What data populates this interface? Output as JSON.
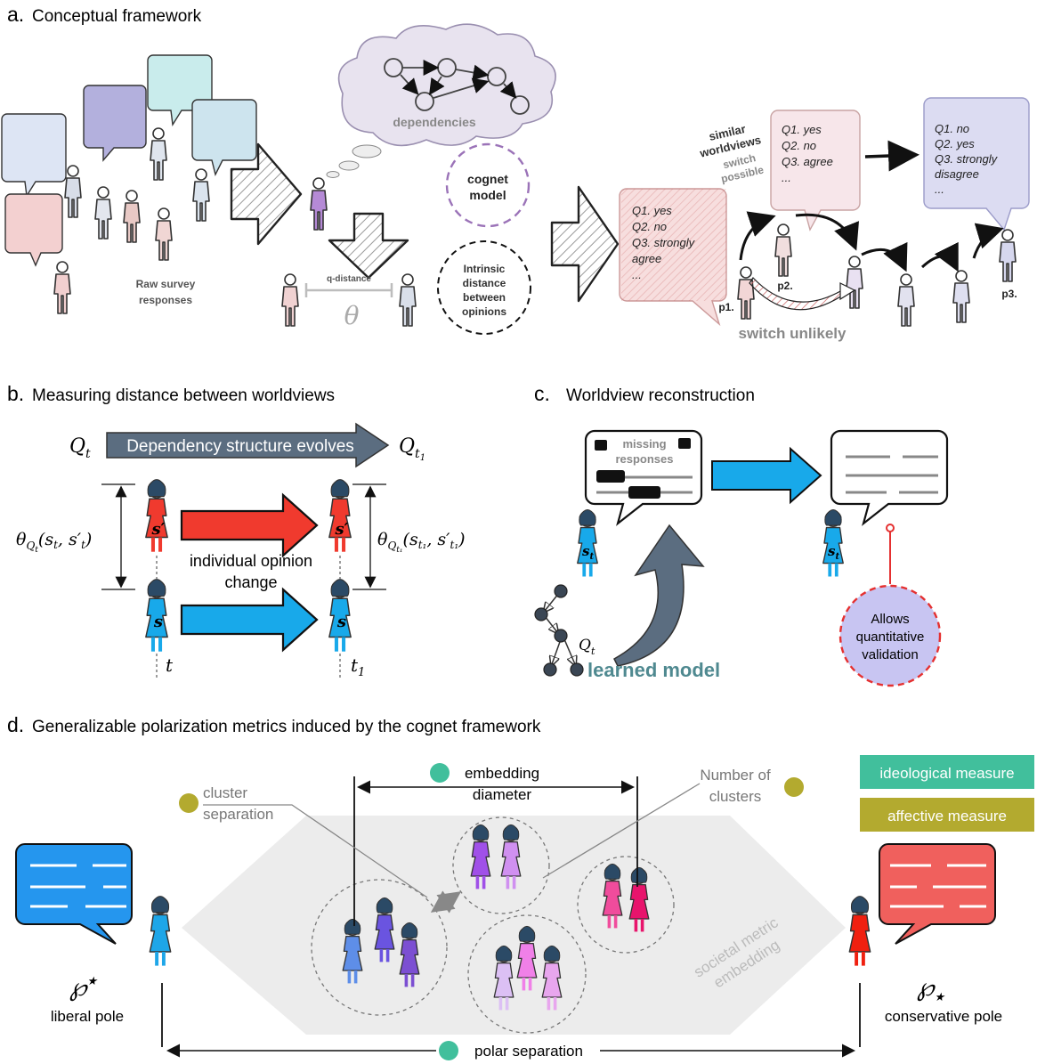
{
  "colors": {
    "red": "#f03a2e",
    "blue": "#18a9ea",
    "slate": "#5b6d80",
    "teal": "#41bf9c",
    "olive": "#b3aa2f",
    "lavender": "#c8c5f2",
    "polarBlue": "#2596ee",
    "polarRed": "#f0605d"
  },
  "panelA": {
    "title_letter": "a.",
    "title": "Conceptual framework",
    "raw_survey": "Raw survey",
    "responses": "responses",
    "dependencies": "dependencies",
    "q_distance": "q-distance",
    "theta": "θ",
    "cognet_l1": "cognet",
    "cognet_l2": "model",
    "intrinsic_l1": "Intrinsic",
    "intrinsic_l2": "distance",
    "intrinsic_l3": "between",
    "intrinsic_l4": "opinions",
    "bubble1": [
      "Q1. yes",
      "Q2. no",
      "Q3. strongly",
      "agree",
      "..."
    ],
    "bubble2": [
      "Q1. yes",
      "Q2. no",
      "Q3. agree",
      "..."
    ],
    "bubble3": [
      "Q1. no",
      "Q2. yes",
      "Q3. strongly",
      "disagree",
      "..."
    ],
    "similar_l1": "similar",
    "similar_l2": "worldviews",
    "switch_l1": "switch",
    "switch_l2": "possible",
    "p1": "p1.",
    "p2": "p2.",
    "p3": "p3.",
    "switch_unlikely": "switch unlikely"
  },
  "panelB": {
    "title_letter": "b.",
    "title": "Measuring distance between worldviews",
    "q_t": "Q",
    "q_t_sub": "t",
    "q_t1_sub": "t",
    "q_t1_subsub": "1",
    "banner": "Dependency structure evolves",
    "theta_left": "θ",
    "theta_left_args": "(s",
    "individual_l1": "individual opinion",
    "individual_l2": "change",
    "s_prime": "s′",
    "s": "s",
    "t": "t",
    "t1": "t"
  },
  "panelC": {
    "title_letter": "c.",
    "title": "Worldview reconstruction",
    "missing_l1": "missing",
    "missing_l2": "responses",
    "s_t": "s",
    "q_t": "Q",
    "learned_model": "learned model",
    "allows_l1": "Allows",
    "allows_l2": "quantitative",
    "allows_l3": "validation"
  },
  "panelD": {
    "title_letter": "d.",
    "title": "Generalizable polarization metrics induced by the cognet framework",
    "embedding_l1": "embedding",
    "embedding_l2": "diameter",
    "cluster_l1": "cluster",
    "cluster_l2": "separation",
    "number_l1": "Number of",
    "number_l2": "clusters",
    "legend_ideological": "ideological measure",
    "legend_affective": "affective measure",
    "societal_l1": "societal metric",
    "societal_l2": "embedding",
    "liberal_sym": "℘",
    "liberal_star": "★",
    "liberal_pole": "liberal pole",
    "conservative_pole": "conservative pole",
    "polar_separation": "polar separation"
  }
}
